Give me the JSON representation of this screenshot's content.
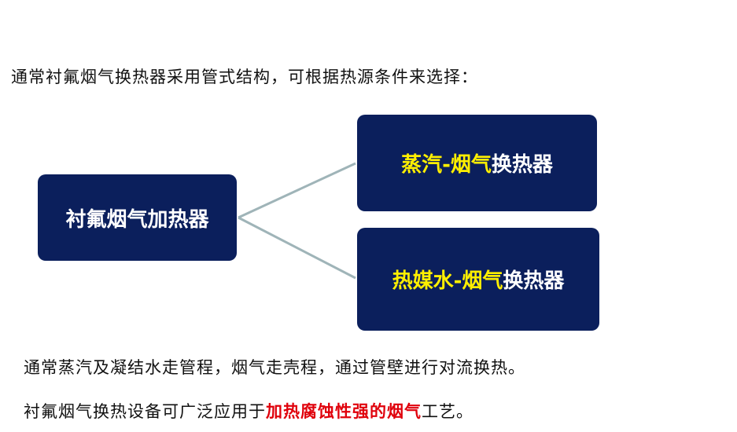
{
  "intro_text": "通常衬氟烟气换热器采用管式结构，可根据热源条件来选择：",
  "diagram": {
    "root_label": "衬氟烟气加热器",
    "branches": [
      {
        "highlight": "蒸汽-烟气",
        "rest": "换热器"
      },
      {
        "highlight": "热媒水-烟气",
        "rest": "换热器"
      }
    ],
    "box_color": "#0b1f5c",
    "highlight_color": "#ffef00",
    "connector_color": "#9fb4b8"
  },
  "notes": {
    "line1": "通常蒸汽及凝结水走管程，烟气走壳程，通过管壁进行对流换热。",
    "line2_prefix": "衬氟烟气换热设备可广泛应用于",
    "line2_emphasis": "加热腐蚀性强的烟气",
    "line2_suffix": "工艺。",
    "emphasis_color": "#e0000b"
  }
}
